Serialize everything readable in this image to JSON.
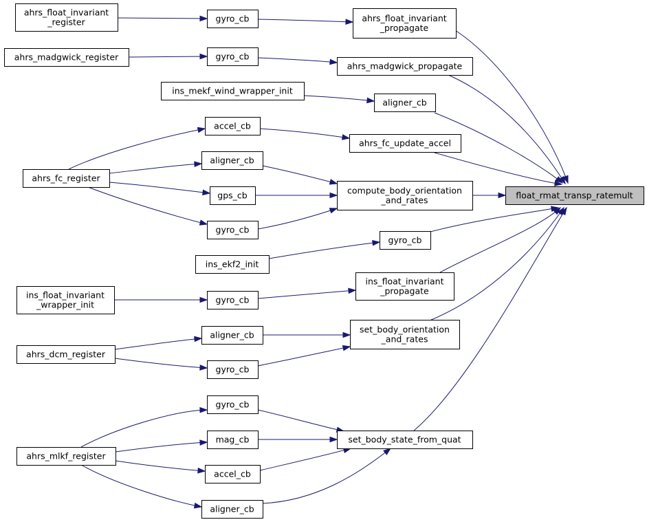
{
  "graph": {
    "edge_color": "#191970",
    "highlight_color": "#bfbfbf",
    "nodes": [
      {
        "id": "target",
        "lines": [
          "float_rmat_transp_ratemult"
        ],
        "highlight": true
      },
      {
        "id": "afi_prop",
        "lines": [
          "ahrs_float_invariant",
          "_propagate"
        ]
      },
      {
        "id": "amw_prop",
        "lines": [
          "ahrs_madgwick_propagate"
        ]
      },
      {
        "id": "aligner_mekf",
        "lines": [
          "aligner_cb"
        ]
      },
      {
        "id": "afc_update_accel",
        "lines": [
          "ahrs_fc_update_accel"
        ]
      },
      {
        "id": "cbor",
        "lines": [
          "compute_body_orientation",
          "_and_rates"
        ]
      },
      {
        "id": "gyro_ekf2",
        "lines": [
          "gyro_cb"
        ]
      },
      {
        "id": "ifi_prop",
        "lines": [
          "ins_float_invariant",
          "_propagate"
        ]
      },
      {
        "id": "sbor",
        "lines": [
          "set_body_orientation",
          "_and_rates"
        ]
      },
      {
        "id": "sbsq",
        "lines": [
          "set_body_state_from_quat"
        ]
      },
      {
        "id": "gyro_afi",
        "lines": [
          "gyro_cb"
        ]
      },
      {
        "id": "gyro_amw",
        "lines": [
          "gyro_cb"
        ]
      },
      {
        "id": "mekf_init",
        "lines": [
          "ins_mekf_wind_wrapper_init"
        ]
      },
      {
        "id": "accel_fc",
        "lines": [
          "accel_cb"
        ]
      },
      {
        "id": "aligner_fc",
        "lines": [
          "aligner_cb"
        ]
      },
      {
        "id": "gps_fc",
        "lines": [
          "gps_cb"
        ]
      },
      {
        "id": "gyro_fc",
        "lines": [
          "gyro_cb"
        ]
      },
      {
        "id": "ekf2_init",
        "lines": [
          "ins_ekf2_init"
        ]
      },
      {
        "id": "gyro_ifi",
        "lines": [
          "gyro_cb"
        ]
      },
      {
        "id": "aligner_dcm",
        "lines": [
          "aligner_cb"
        ]
      },
      {
        "id": "gyro_dcm",
        "lines": [
          "gyro_cb"
        ]
      },
      {
        "id": "gyro_mlkf",
        "lines": [
          "gyro_cb"
        ]
      },
      {
        "id": "mag_mlkf",
        "lines": [
          "mag_cb"
        ]
      },
      {
        "id": "accel_mlkf",
        "lines": [
          "accel_cb"
        ]
      },
      {
        "id": "aligner_mlkf",
        "lines": [
          "aligner_cb"
        ]
      },
      {
        "id": "afi_reg",
        "lines": [
          "ahrs_float_invariant",
          "_register"
        ]
      },
      {
        "id": "amw_reg",
        "lines": [
          "ahrs_madgwick_register"
        ]
      },
      {
        "id": "afc_reg",
        "lines": [
          "ahrs_fc_register"
        ]
      },
      {
        "id": "ifi_init",
        "lines": [
          "ins_float_invariant",
          "_wrapper_init"
        ]
      },
      {
        "id": "dcm_reg",
        "lines": [
          "ahrs_dcm_register"
        ]
      },
      {
        "id": "mlkf_reg",
        "lines": [
          "ahrs_mlkf_register"
        ]
      }
    ],
    "edges": [
      {
        "from": "afi_prop",
        "to": "target"
      },
      {
        "from": "amw_prop",
        "to": "target"
      },
      {
        "from": "aligner_mekf",
        "to": "target"
      },
      {
        "from": "afc_update_accel",
        "to": "target"
      },
      {
        "from": "cbor",
        "to": "target"
      },
      {
        "from": "gyro_ekf2",
        "to": "target"
      },
      {
        "from": "ifi_prop",
        "to": "target"
      },
      {
        "from": "sbor",
        "to": "target"
      },
      {
        "from": "sbsq",
        "to": "target"
      },
      {
        "from": "gyro_afi",
        "to": "afi_prop"
      },
      {
        "from": "gyro_amw",
        "to": "amw_prop"
      },
      {
        "from": "mekf_init",
        "to": "aligner_mekf"
      },
      {
        "from": "accel_fc",
        "to": "afc_update_accel"
      },
      {
        "from": "aligner_fc",
        "to": "cbor"
      },
      {
        "from": "gps_fc",
        "to": "cbor"
      },
      {
        "from": "gyro_fc",
        "to": "cbor"
      },
      {
        "from": "ekf2_init",
        "to": "gyro_ekf2"
      },
      {
        "from": "gyro_ifi",
        "to": "ifi_prop"
      },
      {
        "from": "aligner_dcm",
        "to": "sbor"
      },
      {
        "from": "gyro_dcm",
        "to": "sbor"
      },
      {
        "from": "gyro_mlkf",
        "to": "sbsq"
      },
      {
        "from": "mag_mlkf",
        "to": "sbsq"
      },
      {
        "from": "accel_mlkf",
        "to": "sbsq"
      },
      {
        "from": "aligner_mlkf",
        "to": "sbsq"
      },
      {
        "from": "afi_reg",
        "to": "gyro_afi"
      },
      {
        "from": "amw_reg",
        "to": "gyro_amw"
      },
      {
        "from": "afc_reg",
        "to": "accel_fc"
      },
      {
        "from": "afc_reg",
        "to": "aligner_fc"
      },
      {
        "from": "afc_reg",
        "to": "gps_fc"
      },
      {
        "from": "afc_reg",
        "to": "gyro_fc"
      },
      {
        "from": "ifi_init",
        "to": "gyro_ifi"
      },
      {
        "from": "dcm_reg",
        "to": "aligner_dcm"
      },
      {
        "from": "dcm_reg",
        "to": "gyro_dcm"
      },
      {
        "from": "mlkf_reg",
        "to": "gyro_mlkf"
      },
      {
        "from": "mlkf_reg",
        "to": "mag_mlkf"
      },
      {
        "from": "mlkf_reg",
        "to": "accel_mlkf"
      },
      {
        "from": "mlkf_reg",
        "to": "aligner_mlkf"
      }
    ]
  }
}
